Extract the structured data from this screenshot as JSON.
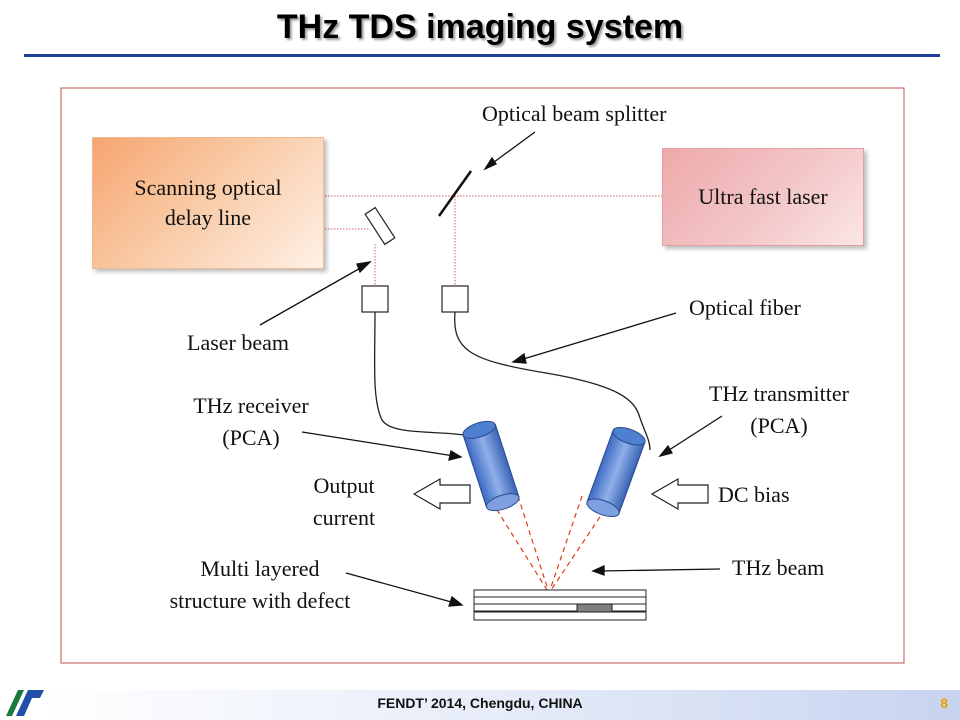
{
  "slide": {
    "title": "THz TDS imaging system",
    "footer": "FENDT’ 2014, Chengdu, CHINA",
    "page_number": "8"
  },
  "diagram": {
    "boxes": {
      "delay_line": "Scanning optical delay line",
      "laser": "Ultra fast laser"
    },
    "labels": {
      "beam_splitter": "Optical beam splitter",
      "optical_fiber": "Optical fiber",
      "laser_beam": "Laser beam",
      "receiver_line1": "THz receiver",
      "receiver_line2": "(PCA)",
      "transmitter_line1": "THz transmitter",
      "transmitter_line2": "(PCA)",
      "output_line1": "Output",
      "output_line2": "current",
      "dc_bias": "DC bias",
      "thz_beam": "THz beam",
      "sample_line1": "Multi layered",
      "sample_line2": "structure with defect"
    }
  },
  "colors": {
    "title_rule": "#1f3f9f",
    "frame": "#c0504d",
    "beam_line": "#d06060",
    "thz_beam": "#e03a1a",
    "pca_body": "#4f7fd0",
    "defect": "#7f7f7f"
  }
}
